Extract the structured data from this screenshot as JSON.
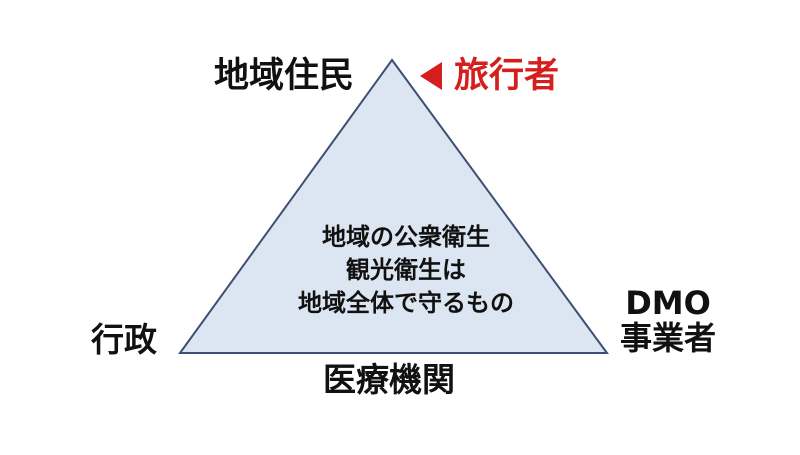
{
  "diagram": {
    "top_left_label": "地域住民",
    "traveler_label": "旅行者",
    "left_label": "行政",
    "right_label_line1": "DMO",
    "right_label_line2": "事業者",
    "bottom_label": "医療機関",
    "center_line1": "地域の公衆衛生",
    "center_line2": "観光衛生は",
    "center_line3": "地域全体で守るもの",
    "triangle_fill": "#dce5f2",
    "triangle_stroke": "#3f4e73",
    "accent_red": "#d51f1f"
  }
}
